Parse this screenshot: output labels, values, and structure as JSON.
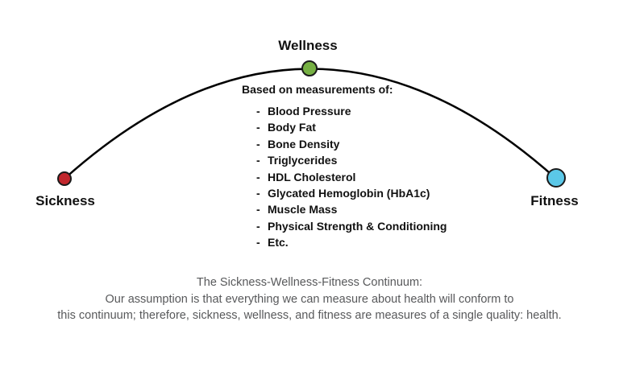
{
  "nodes": {
    "wellness": {
      "label": "Wellness",
      "color": "#76b043"
    },
    "sickness": {
      "label": "Sickness",
      "color": "#c1272d"
    },
    "fitness": {
      "label": "Fitness",
      "color": "#5bc8e8"
    }
  },
  "arc": {
    "stroke_color": "#000000",
    "dot_outline_color": "#1a1a1a"
  },
  "measurements": {
    "heading": "Based on measurements of:",
    "bullet": "-",
    "items": [
      "Blood Pressure",
      "Body Fat",
      "Bone Density",
      "Triglycerides",
      "HDL Cholesterol",
      "Glycated Hemoglobin (HbA1c)",
      "Muscle Mass",
      "Physical Strength & Conditioning",
      "Etc."
    ]
  },
  "caption": {
    "lines": [
      "The Sickness-Wellness-Fitness Continuum:",
      "Our assumption is that everything we can measure about health will conform to",
      "this continuum; therefore, sickness, wellness, and fitness are measures of a single quality: health."
    ]
  }
}
